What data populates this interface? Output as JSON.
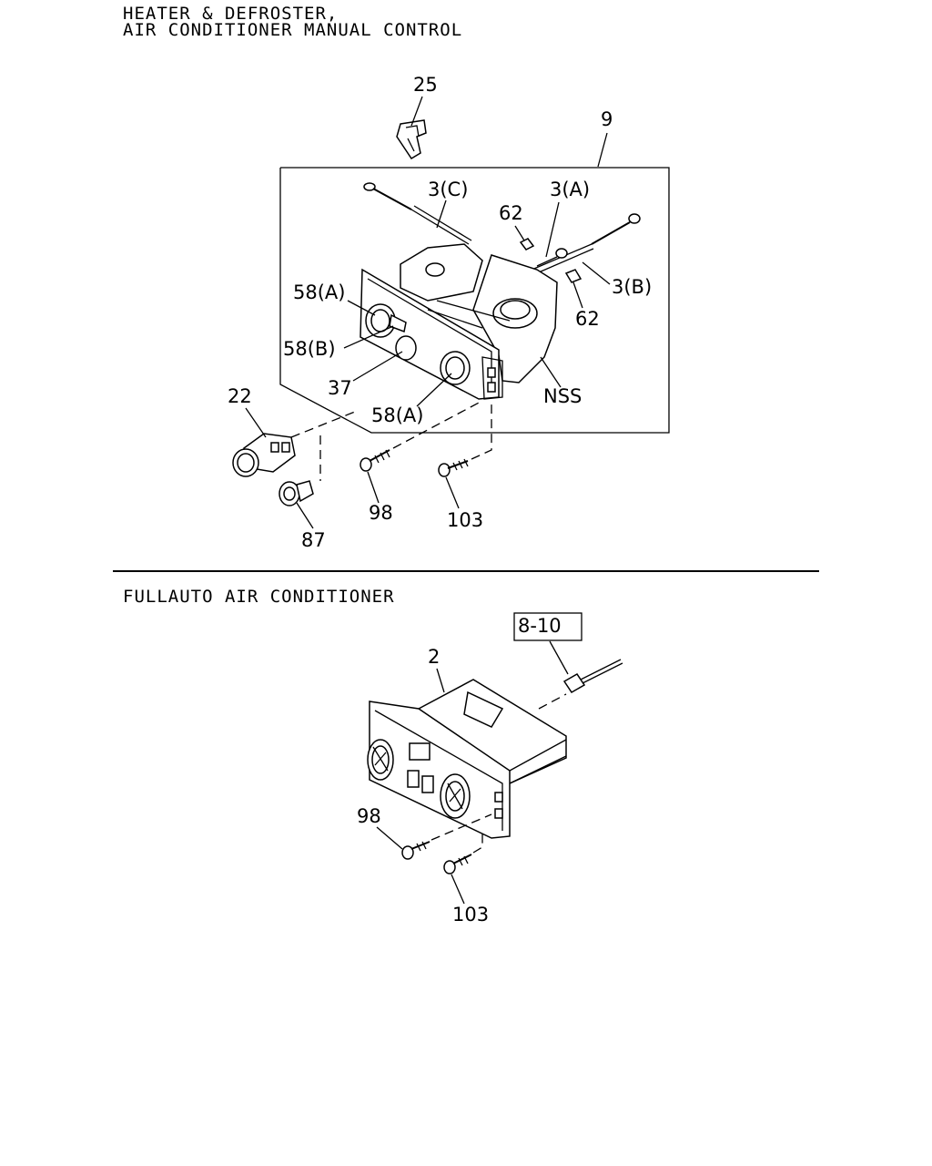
{
  "section1": {
    "title_line1": "HEATER & DEFROSTER,",
    "title_line2": "AIR CONDITIONER MANUAL CONTROL",
    "callouts": {
      "c25": "25",
      "c9": "9",
      "c3c": "3(C)",
      "c3a": "3(A)",
      "c62_top": "62",
      "c3b": "3(B)",
      "c62_bottom": "62",
      "c58a_top": "58(A)",
      "c58b": "58(B)",
      "c37": "37",
      "cnss": "NSS",
      "c58a_bottom": "58(A)",
      "c22": "22",
      "c98": "98",
      "c103": "103",
      "c87": "87"
    }
  },
  "section2": {
    "title": "FULLAUTO AIR CONDITIONER",
    "callouts": {
      "c8_10": "8-10",
      "c2": "2",
      "c98": "98",
      "c103": "103"
    }
  }
}
